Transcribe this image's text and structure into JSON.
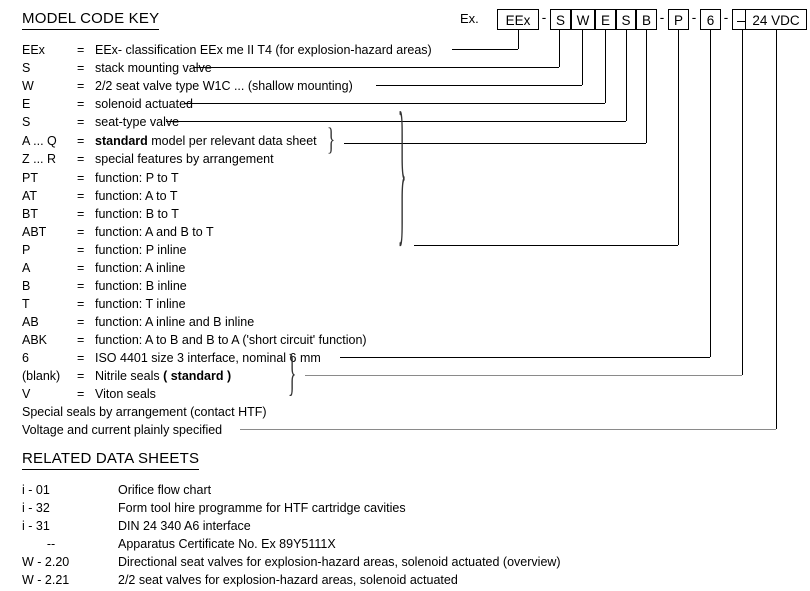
{
  "document": {
    "model_code_key_title": "MODEL CODE KEY",
    "related_data_sheets_title": "RELATED DATA SHEETS",
    "example_label": "Ex."
  },
  "model_code": {
    "boxes": [
      {
        "name": "eex",
        "text": "EEx"
      },
      {
        "name": "s1",
        "text": "S"
      },
      {
        "name": "w",
        "text": "W"
      },
      {
        "name": "e",
        "text": "E"
      },
      {
        "name": "s2",
        "text": "S"
      },
      {
        "name": "b",
        "text": "B"
      },
      {
        "name": "p",
        "text": "P"
      },
      {
        "name": "six",
        "text": "6"
      },
      {
        "name": "seals",
        "text": "_"
      },
      {
        "name": "voltage",
        "text": "24 VDC"
      }
    ],
    "separators": [
      "-",
      "-",
      "-",
      "-"
    ]
  },
  "key_rows": [
    {
      "code": "EEx",
      "eq": "=",
      "desc": "EEx- classification EEx me II T4 (for explosion-hazard areas)"
    },
    {
      "code": "S",
      "eq": "=",
      "desc": "stack mounting valve"
    },
    {
      "code": "W",
      "eq": "=",
      "desc": "2/2 seat valve type W1C ... (shallow mounting)"
    },
    {
      "code": "E",
      "eq": "=",
      "desc": "solenoid actuated"
    },
    {
      "code": "S",
      "eq": "=",
      "desc": "seat-type valve"
    },
    {
      "code": "A ... Q",
      "eq": "=",
      "desc_pre": "",
      "desc_bold": "standard",
      "desc_post": " model per relevant data sheet"
    },
    {
      "code": "Z ... R",
      "eq": "=",
      "desc": "special features by arrangement"
    },
    {
      "code": "PT",
      "eq": "=",
      "desc": "function:  P to T"
    },
    {
      "code": "AT",
      "eq": "=",
      "desc": "function:  A to T"
    },
    {
      "code": "BT",
      "eq": "=",
      "desc": "function:  B to T"
    },
    {
      "code": "ABT",
      "eq": "=",
      "desc": "function:  A and B  to  T"
    },
    {
      "code": "P",
      "eq": "=",
      "desc": "function:  P inline"
    },
    {
      "code": "A",
      "eq": "=",
      "desc": "function:  A inline"
    },
    {
      "code": "B",
      "eq": "=",
      "desc": "function:  B inline"
    },
    {
      "code": "T",
      "eq": "=",
      "desc": "function:  T inline"
    },
    {
      "code": "AB",
      "eq": "=",
      "desc": "function:  A inline and B inline"
    },
    {
      "code": "ABK",
      "eq": "=",
      "desc": "function:  A to B  and  B to A ('short circuit' function)"
    },
    {
      "code": "6",
      "eq": "=",
      "desc": "ISO 4401 size 3 interface, nominal 6 mm"
    },
    {
      "code": "(blank)",
      "eq": "=",
      "desc_pre": "Nitrile seals ",
      "desc_bold": "( standard )",
      "desc_post": ""
    },
    {
      "code": "V",
      "eq": "=",
      "desc": "Viton seals"
    }
  ],
  "key_full_rows": [
    {
      "text": "Special seals by arrangement (contact HTF)"
    },
    {
      "text": "Voltage and current plainly specified"
    }
  ],
  "related_data_sheets": [
    {
      "code": "i - 01",
      "desc": "Orifice flow chart"
    },
    {
      "code": "i - 32",
      "desc": "Form tool hire programme for HTF cartridge cavities"
    },
    {
      "code": "i - 31",
      "desc": "DIN 24 340  A6  interface"
    },
    {
      "code": "--",
      "desc": "Apparatus Certificate No. Ex 89Y5111X"
    },
    {
      "code": "W - 2.20",
      "desc": "Directional seat valves for explosion-hazard areas, solenoid actuated (overview)"
    },
    {
      "code": "W - 2.21",
      "desc": "2/2 seat valves for explosion-hazard areas, solenoid actuated"
    }
  ],
  "colors": {
    "line": "#000000",
    "line_grey": "#8a8a8a",
    "text": "#000000",
    "background": "#ffffff"
  }
}
